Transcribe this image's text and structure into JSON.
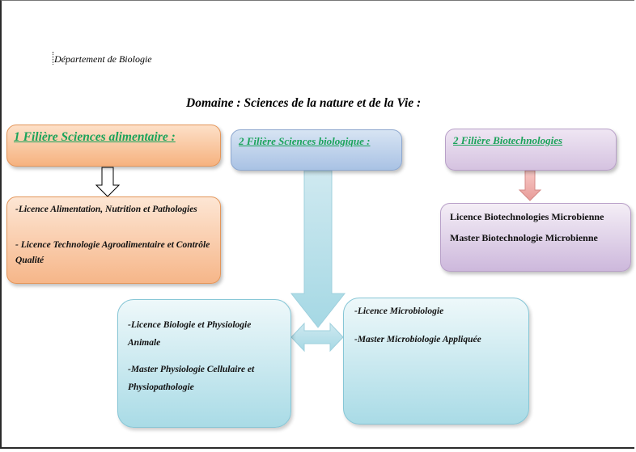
{
  "department": "Département de Biologie",
  "domaine": "Domaine : Sciences de la nature et de la Vie :",
  "filieres": [
    {
      "title": "1 Filière Sciences alimentaire :",
      "items": [
        "-Licence Alimentation, Nutrition et Pathologies",
        "- Licence Technologie Agroalimentaire et Contrôle Qualité"
      ]
    },
    {
      "title": "2 Filière Sciences biologique :",
      "left_items": [
        "-Licence Biologie et Physiologie Animale",
        "-Master Physiologie Cellulaire et Physiopathologie"
      ],
      "right_items": [
        "-Licence Microbiologie",
        "-Master Microbiologie Appliquée"
      ]
    },
    {
      "title": "2 Filière Biotechnologies",
      "items": [
        "Licence Biotechnologies Microbienne",
        "Master Biotechnologie Microbienne"
      ]
    }
  ],
  "colors": {
    "header_text": "#1aa35a",
    "orange": "#f6b27f",
    "blue": "#a9c2e4",
    "purple": "#d5c2e0",
    "cyan": "#a9dbe6"
  }
}
